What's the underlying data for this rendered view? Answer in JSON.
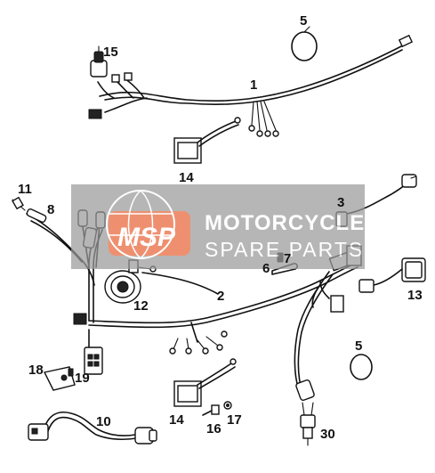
{
  "diagram": {
    "callouts": [
      "1",
      "2",
      "3",
      "5",
      "5",
      "6",
      "7",
      "8",
      "10",
      "11",
      "12",
      "13",
      "14",
      "14",
      "15",
      "16",
      "17",
      "18",
      "19",
      "30"
    ]
  },
  "watermark": {
    "badge": "MSP",
    "brand": "MOTORCYCLE",
    "sub": "SPARE PARTS",
    "color_panel": "#9a9a9a",
    "color_badge": "#e8663a"
  }
}
